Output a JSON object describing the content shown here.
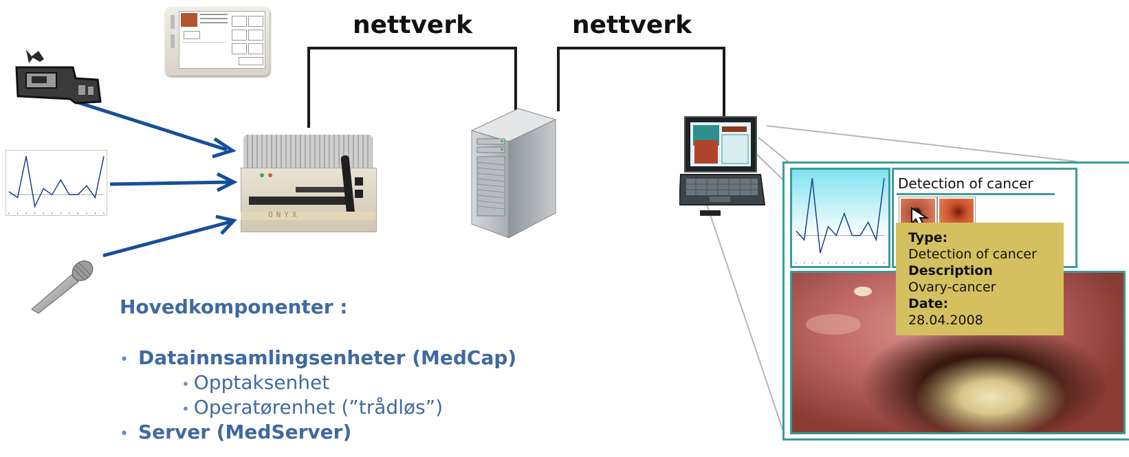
{
  "network": {
    "label_left": "nettverk",
    "label_right": "nettverk"
  },
  "components": {
    "heading": "Hovedkomponenter :",
    "items": [
      {
        "label": "Datainnsamlingsenheter (MedCap)",
        "level": 1
      },
      {
        "label": "Opptaksenhet",
        "level": 2
      },
      {
        "label": "Operatørenhet (”trådløs”)",
        "level": 2
      },
      {
        "label": "Server (MedServer)",
        "level": 1
      }
    ]
  },
  "devices": {
    "capture_box_brand": "ONYX"
  },
  "viewer": {
    "panel_title": "Detection of cancer",
    "tooltip": {
      "type_label": "Type:",
      "type_value": "Detection of cancer",
      "description_label": "Description",
      "description_value": "Ovary-cancer",
      "date_label": "Date:",
      "date_value": "28.04.2008"
    }
  },
  "signal_chart": {
    "values": [
      0.35,
      0.25,
      0.95,
      0.1,
      0.4,
      0.3,
      0.55,
      0.3,
      0.3,
      0.45,
      0.25,
      0.95
    ]
  },
  "colors": {
    "arrow": "#154f99",
    "teal": "#3a9b9b",
    "tooltip": "#d4c05f",
    "heading_blue": "#3f6aa0"
  }
}
